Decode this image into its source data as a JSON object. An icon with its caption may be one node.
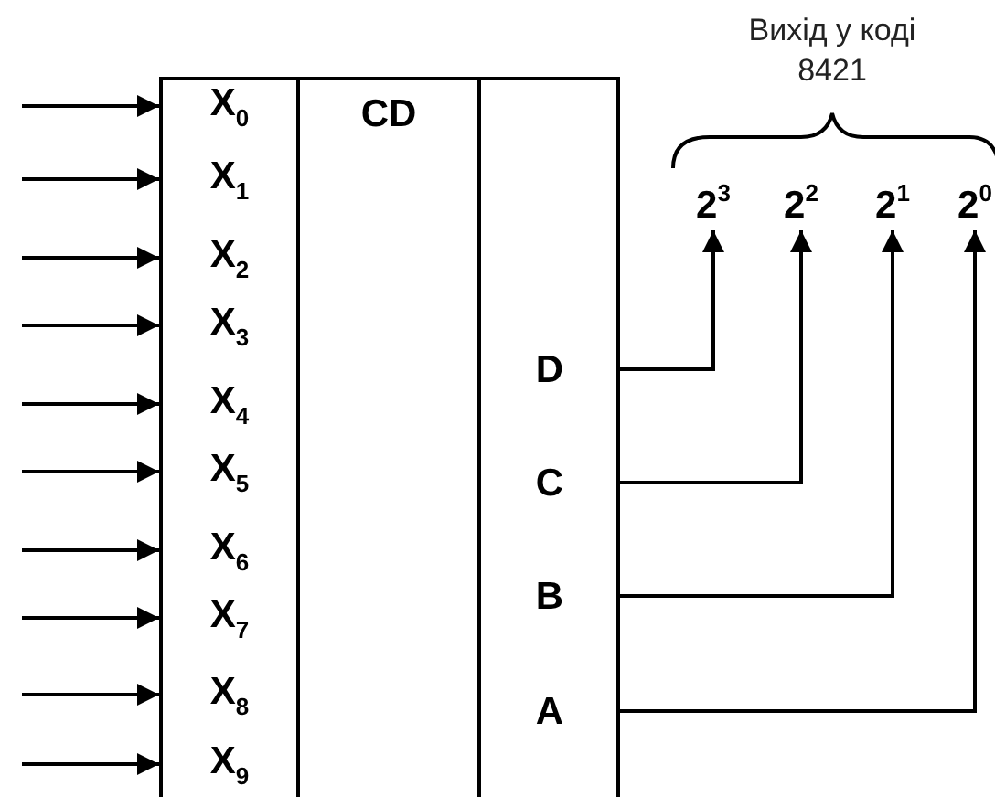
{
  "diagram": {
    "nodes": [
      {
        "text": [
          "CD"
        ]
      },
      {
        "text": [
          "X$_{0}$"
        ],
        "in": 0
      },
      {
        "text": [
          "X$_{1}$"
        ],
        "in": 0
      },
      {
        "text": [
          "X$_{2}$"
        ],
        "in": 0
      },
      {
        "text": [
          "X$_{3}$"
        ],
        "in": 0
      },
      {
        "text": [
          "X$_{4}$"
        ],
        "in": 0
      },
      {
        "text": [
          "X$_{5}$"
        ],
        "in": 0
      },
      {
        "text": [
          "X$_{6}$"
        ],
        "in": 0
      },
      {
        "text": [
          "X$_{7}$"
        ],
        "in": 0
      },
      {
        "text": [
          "X$_{8}$"
        ],
        "in": 0
      },
      {
        "text": [
          "X$_{9}$"
        ],
        "in": 0
      },
      {
        "text": [
          "D"
        ],
        "in": 0
      },
      {
        "text": [
          "C"
        ],
        "in": 0
      },
      {
        "text": [
          "B"
        ],
        "in": 0
      },
      {
        "text": [
          "A"
        ],
        "in": 0
      },
      {
        "text": [
          "2$^{3}$"
        ]
      },
      {
        "text": [
          "2$^{2}$"
        ]
      },
      {
        "text": [
          "2$^{1}$"
        ]
      },
      {
        "text": [
          "2$^{0}$"
        ]
      }
    ],
    "edges": [
      {
        "from": null,
        "to": 1,
        "arrow": "to"
      },
      {
        "from": null,
        "to": 2,
        "arrow": "to"
      },
      {
        "from": null,
        "to": 3,
        "arrow": "to"
      },
      {
        "from": null,
        "to": 4,
        "arrow": "to"
      },
      {
        "from": null,
        "to": 5,
        "arrow": "to"
      },
      {
        "from": null,
        "to": 6,
        "arrow": "to"
      },
      {
        "from": null,
        "to": 7,
        "arrow": "to"
      },
      {
        "from": null,
        "to": 8,
        "arrow": "to"
      },
      {
        "from": null,
        "to": 9,
        "arrow": "to"
      },
      {
        "from": null,
        "to": 10,
        "arrow": "to"
      },
      {
        "from": 11,
        "to": 15,
        "arrow": "to"
      },
      {
        "from": 12,
        "to": 16,
        "arrow": "to"
      },
      {
        "from": 13,
        "to": 17,
        "arrow": "to"
      },
      {
        "from": 14,
        "to": 18,
        "arrow": "to"
      }
    ],
    "labels": [
      "Вихід у коді 8421"
    ]
  }
}
